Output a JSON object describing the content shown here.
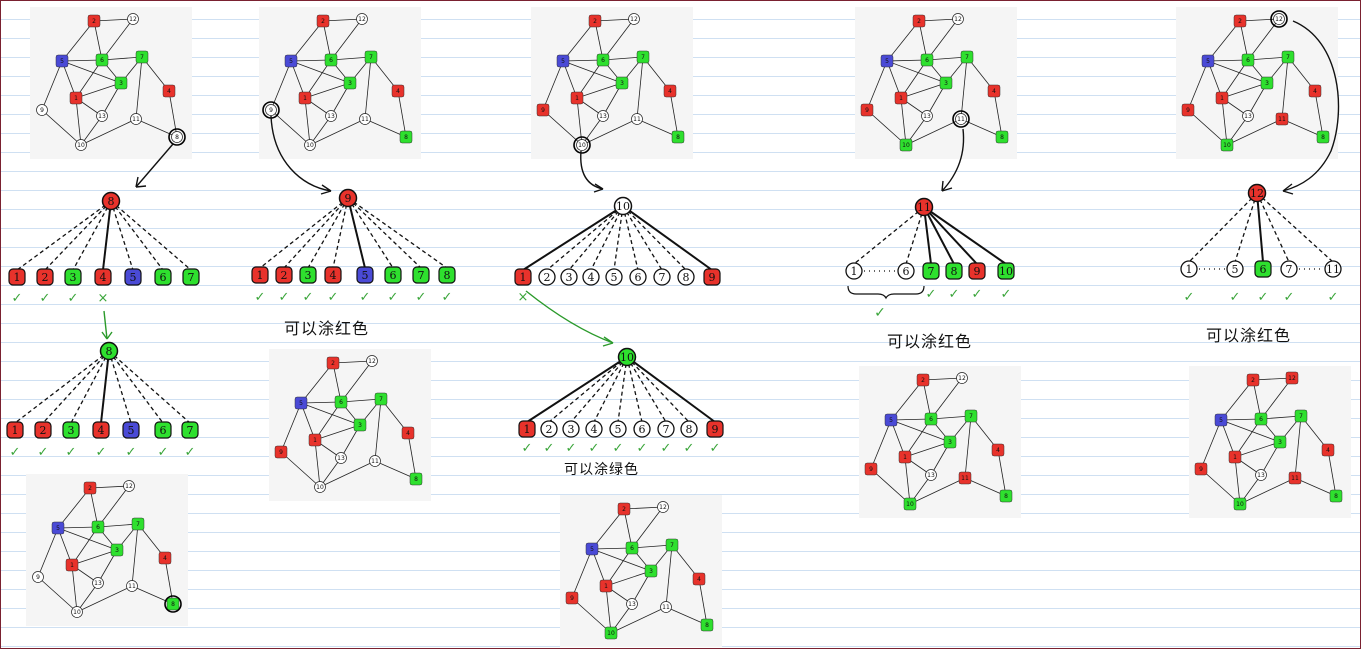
{
  "graph": {
    "nodes": [
      "1",
      "2",
      "3",
      "4",
      "5",
      "6",
      "7",
      "8",
      "9",
      "10",
      "11",
      "12",
      "13"
    ],
    "edges": [
      [
        "2",
        "12"
      ],
      [
        "2",
        "5"
      ],
      [
        "2",
        "6"
      ],
      [
        "12",
        "6"
      ],
      [
        "5",
        "6"
      ],
      [
        "5",
        "1"
      ],
      [
        "5",
        "3"
      ],
      [
        "5",
        "9"
      ],
      [
        "6",
        "3"
      ],
      [
        "6",
        "1"
      ],
      [
        "6",
        "7"
      ],
      [
        "1",
        "3"
      ],
      [
        "1",
        "13"
      ],
      [
        "1",
        "10"
      ],
      [
        "3",
        "13"
      ],
      [
        "3",
        "7"
      ],
      [
        "7",
        "4"
      ],
      [
        "7",
        "11"
      ],
      [
        "4",
        "8"
      ],
      [
        "11",
        "8"
      ],
      [
        "11",
        "10"
      ],
      [
        "9",
        "10"
      ],
      [
        "13",
        "10"
      ]
    ]
  },
  "colors": {
    "red": "#e8322b",
    "green": "#2ee02e",
    "blue": "#4a4ad6",
    "white": "#ffffff",
    "check": "#3aa53a",
    "arrow_green": "#2b9a2b"
  },
  "panels": [
    {
      "id": "p1",
      "fill": {
        "1": "red",
        "2": "red",
        "3": "green",
        "4": "red",
        "5": "blue",
        "6": "green",
        "7": "green",
        "8": "white",
        "9": "white",
        "10": "white",
        "11": "white",
        "12": "white",
        "13": "white"
      },
      "circled": "8"
    },
    {
      "id": "p2",
      "fill": {
        "1": "red",
        "2": "red",
        "3": "green",
        "4": "red",
        "5": "blue",
        "6": "green",
        "7": "green",
        "8": "green",
        "9": "white",
        "10": "white",
        "11": "white",
        "12": "white",
        "13": "white"
      },
      "circled": "9"
    },
    {
      "id": "p3",
      "fill": {
        "1": "red",
        "2": "red",
        "3": "green",
        "4": "red",
        "5": "blue",
        "6": "green",
        "7": "green",
        "8": "green",
        "9": "red",
        "10": "white",
        "11": "white",
        "12": "white",
        "13": "white"
      },
      "circled": "10"
    },
    {
      "id": "p4",
      "fill": {
        "1": "red",
        "2": "red",
        "3": "green",
        "4": "red",
        "5": "blue",
        "6": "green",
        "7": "green",
        "8": "green",
        "9": "red",
        "10": "green",
        "11": "white",
        "12": "white",
        "13": "white"
      },
      "circled": "11"
    },
    {
      "id": "p5",
      "fill": {
        "1": "red",
        "2": "red",
        "3": "green",
        "4": "red",
        "5": "blue",
        "6": "green",
        "7": "green",
        "8": "green",
        "9": "red",
        "10": "green",
        "11": "red",
        "12": "white",
        "13": "white"
      },
      "circled": "12"
    },
    {
      "id": "p6",
      "fill": {
        "1": "red",
        "2": "red",
        "3": "green",
        "4": "red",
        "5": "blue",
        "6": "green",
        "7": "green",
        "8": "green",
        "9": "white",
        "10": "white",
        "11": "white",
        "12": "white",
        "13": "white"
      },
      "circled": "8"
    },
    {
      "id": "p7",
      "fill": {
        "1": "red",
        "2": "red",
        "3": "green",
        "4": "red",
        "5": "blue",
        "6": "green",
        "7": "green",
        "8": "green",
        "9": "red",
        "10": "white",
        "11": "white",
        "12": "white",
        "13": "white"
      },
      "circled": ""
    },
    {
      "id": "p8",
      "fill": {
        "1": "red",
        "2": "red",
        "3": "green",
        "4": "red",
        "5": "blue",
        "6": "green",
        "7": "green",
        "8": "green",
        "9": "red",
        "10": "green",
        "11": "white",
        "12": "white",
        "13": "white"
      },
      "circled": ""
    },
    {
      "id": "p9",
      "fill": {
        "1": "red",
        "2": "red",
        "3": "green",
        "4": "red",
        "5": "blue",
        "6": "green",
        "7": "green",
        "8": "green",
        "9": "red",
        "10": "green",
        "11": "red",
        "12": "white",
        "13": "white"
      },
      "circled": ""
    },
    {
      "id": "p10",
      "fill": {
        "1": "red",
        "2": "red",
        "3": "green",
        "4": "red",
        "5": "blue",
        "6": "green",
        "7": "green",
        "8": "green",
        "9": "red",
        "10": "green",
        "11": "red",
        "12": "red",
        "13": "white"
      },
      "circled": ""
    }
  ],
  "trees": [
    {
      "id": "t1",
      "root": "8",
      "rootColor": "red",
      "children": [
        {
          "label": "1",
          "color": "red",
          "solid": false
        },
        {
          "label": "2",
          "color": "red",
          "solid": false
        },
        {
          "label": "3",
          "color": "green",
          "solid": false
        },
        {
          "label": "4",
          "color": "red",
          "solid": true
        },
        {
          "label": "5",
          "color": "blue",
          "solid": false
        },
        {
          "label": "6",
          "color": "green",
          "solid": false
        },
        {
          "label": "7",
          "color": "green",
          "solid": false
        }
      ],
      "marks": [
        "✓",
        "✓",
        "✓",
        "×",
        "",
        "",
        ""
      ]
    },
    {
      "id": "t2",
      "root": "8",
      "rootColor": "green",
      "children": [
        {
          "label": "1",
          "color": "red",
          "solid": false
        },
        {
          "label": "2",
          "color": "red",
          "solid": false
        },
        {
          "label": "3",
          "color": "green",
          "solid": false
        },
        {
          "label": "4",
          "color": "red",
          "solid": true
        },
        {
          "label": "5",
          "color": "blue",
          "solid": false
        },
        {
          "label": "6",
          "color": "green",
          "solid": false
        },
        {
          "label": "7",
          "color": "green",
          "solid": false
        }
      ],
      "marks": [
        "✓",
        "✓",
        "✓",
        "✓",
        "✓",
        "✓",
        "✓"
      ]
    },
    {
      "id": "t3",
      "root": "9",
      "rootColor": "red",
      "children": [
        {
          "label": "1",
          "color": "red",
          "solid": false
        },
        {
          "label": "2",
          "color": "red",
          "solid": false
        },
        {
          "label": "3",
          "color": "green",
          "solid": false
        },
        {
          "label": "4",
          "color": "red",
          "solid": false
        },
        {
          "label": "5",
          "color": "blue",
          "solid": true
        },
        {
          "label": "6",
          "color": "green",
          "solid": false
        },
        {
          "label": "7",
          "color": "green",
          "solid": false
        },
        {
          "label": "8",
          "color": "green",
          "solid": false
        }
      ],
      "marks": [
        "✓",
        "✓",
        "✓",
        "✓",
        "✓",
        "✓",
        "✓",
        "✓"
      ]
    },
    {
      "id": "t4",
      "root": "10",
      "rootColor": "white",
      "children": [
        {
          "label": "1",
          "color": "red",
          "solid": true
        },
        {
          "label": "2",
          "color": "white",
          "solid": false
        },
        {
          "label": "3",
          "color": "white",
          "solid": false
        },
        {
          "label": "4",
          "color": "white",
          "solid": false
        },
        {
          "label": "5",
          "color": "white",
          "solid": false
        },
        {
          "label": "6",
          "color": "white",
          "solid": false
        },
        {
          "label": "7",
          "color": "white",
          "solid": false
        },
        {
          "label": "8",
          "color": "white",
          "solid": false
        },
        {
          "label": "9",
          "color": "red",
          "solid": true
        }
      ],
      "marks": [
        "×",
        "",
        "",
        "",
        "",
        "",
        "",
        "",
        ""
      ]
    },
    {
      "id": "t5",
      "root": "10",
      "rootColor": "green",
      "children": [
        {
          "label": "1",
          "color": "red",
          "solid": true
        },
        {
          "label": "2",
          "color": "white",
          "solid": false
        },
        {
          "label": "3",
          "color": "white",
          "solid": false
        },
        {
          "label": "4",
          "color": "white",
          "solid": false
        },
        {
          "label": "5",
          "color": "white",
          "solid": false
        },
        {
          "label": "6",
          "color": "white",
          "solid": false
        },
        {
          "label": "7",
          "color": "white",
          "solid": false
        },
        {
          "label": "8",
          "color": "white",
          "solid": false
        },
        {
          "label": "9",
          "color": "red",
          "solid": true
        }
      ],
      "marks": [
        "✓",
        "✓",
        "✓",
        "✓",
        "✓",
        "✓",
        "✓",
        "✓",
        "✓"
      ]
    },
    {
      "id": "t6",
      "root": "11",
      "rootColor": "red",
      "children": [
        {
          "label": "1",
          "color": "white",
          "solid": false
        },
        {
          "label": "6",
          "color": "white",
          "solid": false
        },
        {
          "label": "7",
          "color": "green",
          "solid": true
        },
        {
          "label": "8",
          "color": "green",
          "solid": true
        },
        {
          "label": "9",
          "color": "red",
          "solid": true
        },
        {
          "label": "10",
          "color": "green",
          "solid": true
        }
      ],
      "marks": [
        "",
        "",
        "✓",
        "✓",
        "✓",
        "✓"
      ],
      "ellipsis_after": 0,
      "brace_check": "✓"
    },
    {
      "id": "t7",
      "root": "12",
      "rootColor": "red",
      "children": [
        {
          "label": "1",
          "color": "white",
          "solid": false
        },
        {
          "label": "5",
          "color": "white",
          "solid": false
        },
        {
          "label": "6",
          "color": "green",
          "solid": true
        },
        {
          "label": "7",
          "color": "white",
          "solid": false
        },
        {
          "label": "11",
          "color": "white",
          "solid": false
        }
      ],
      "marks": [
        "✓",
        "✓",
        "✓",
        "✓",
        "✓"
      ],
      "ellipsis_after": [
        0,
        3
      ]
    }
  ],
  "notes": {
    "t3_note": "可以涂红色",
    "t5_note": "可以涂绿色",
    "t6_note": "可以涂红色",
    "t7_note": "可以涂红色"
  }
}
